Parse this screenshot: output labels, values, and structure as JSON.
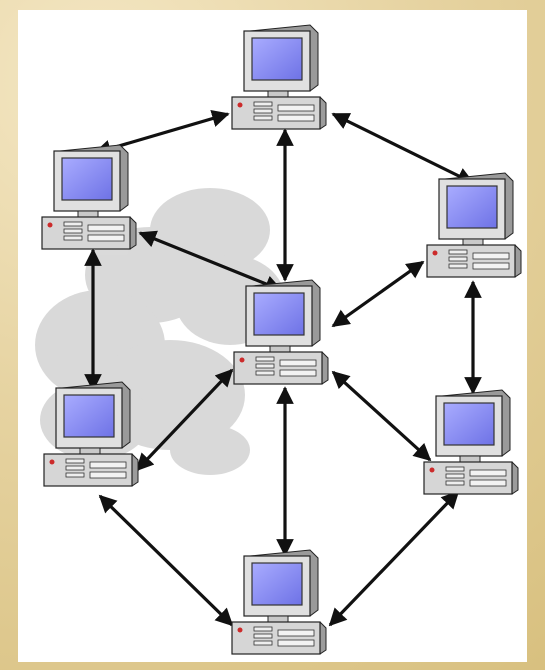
{
  "diagram": {
    "type": "peer-to-peer network",
    "nodes": [
      {
        "id": "pc-top",
        "icon": "desktop-computer-icon"
      },
      {
        "id": "pc-upper-left",
        "icon": "desktop-computer-icon"
      },
      {
        "id": "pc-upper-right",
        "icon": "desktop-computer-icon"
      },
      {
        "id": "pc-center",
        "icon": "desktop-computer-icon"
      },
      {
        "id": "pc-lower-left",
        "icon": "desktop-computer-icon"
      },
      {
        "id": "pc-lower-right",
        "icon": "desktop-computer-icon"
      },
      {
        "id": "pc-bottom",
        "icon": "desktop-computer-icon"
      }
    ],
    "links": [
      [
        "pc-top",
        "pc-upper-left"
      ],
      [
        "pc-top",
        "pc-upper-right"
      ],
      [
        "pc-top",
        "pc-center"
      ],
      [
        "pc-upper-left",
        "pc-center"
      ],
      [
        "pc-upper-left",
        "pc-lower-left"
      ],
      [
        "pc-upper-right",
        "pc-center"
      ],
      [
        "pc-upper-right",
        "pc-lower-right"
      ],
      [
        "pc-center",
        "pc-lower-left"
      ],
      [
        "pc-center",
        "pc-lower-right"
      ],
      [
        "pc-center",
        "pc-bottom"
      ],
      [
        "pc-lower-left",
        "pc-bottom"
      ],
      [
        "pc-lower-right",
        "pc-bottom"
      ]
    ],
    "colors": {
      "background_frame": "#e2cf9b",
      "panel": "#ffffff",
      "cloud": "#cfcfcf",
      "arrow": "#111111",
      "case": "#d2d2d2",
      "screen": "#8c8ff0",
      "power_led": "#cc2b2b"
    }
  }
}
